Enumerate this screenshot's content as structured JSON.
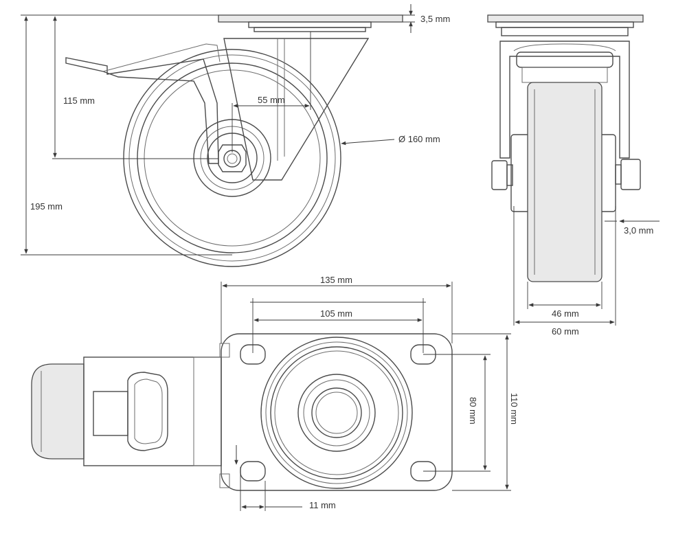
{
  "dimensions": {
    "plate_thickness": "3,5 mm",
    "axle_height": "115 mm",
    "offset": "55 mm",
    "wheel_diameter": "Ø 160 mm",
    "total_height": "195 mm",
    "side_gap": "3,0 mm",
    "wheel_width": "46 mm",
    "total_width": "60 mm",
    "plate_length": "135 mm",
    "hole_spacing_x": "105 mm",
    "hole_spacing_y": "80 mm",
    "plate_width": "110 mm",
    "hole_diameter": "11 mm"
  }
}
